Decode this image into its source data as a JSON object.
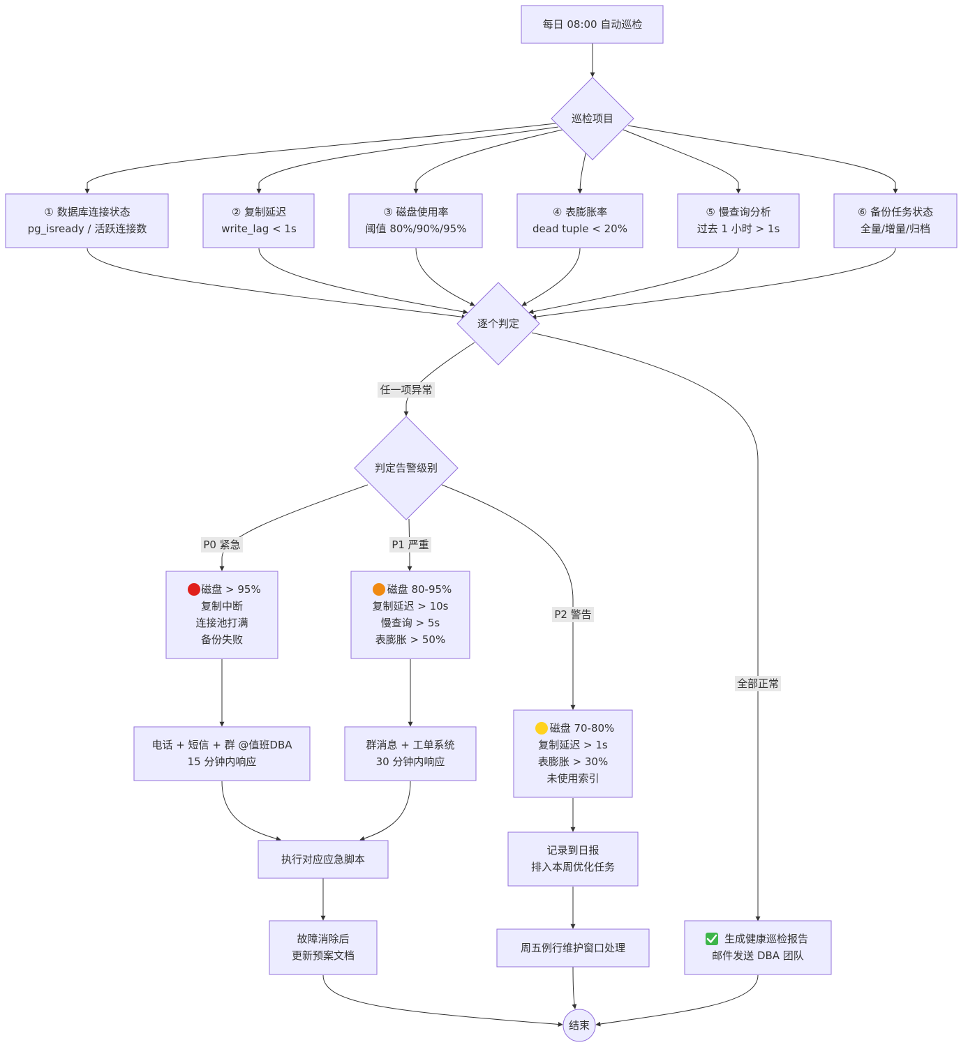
{
  "nodes": {
    "start": [
      "每日 08:00 自动巡检"
    ],
    "items": [
      "巡检项目"
    ],
    "c1": [
      "① 数据库连接状态",
      "pg_isready / 活跃连接数"
    ],
    "c2": [
      "② 复制延迟",
      "write_lag < 1s"
    ],
    "c3": [
      "③ 磁盘使用率",
      "阈值 80%/90%/95%"
    ],
    "c4": [
      "④ 表膨胀率",
      "dead tuple < 20%"
    ],
    "c5": [
      "⑤ 慢查询分析",
      "过去 1 小时 > 1s"
    ],
    "c6": [
      "⑥ 备份任务状态",
      "全量/增量/归档"
    ],
    "judge": [
      "逐个判定"
    ],
    "level": [
      "判定告警级别"
    ],
    "p0": [
      "磁盘 > 95%",
      "复制中断",
      "连接池打满",
      "备份失败"
    ],
    "p1": [
      "磁盘 80-95%",
      "复制延迟 > 10s",
      "慢查询 > 5s",
      "表膨胀 > 50%"
    ],
    "p2": [
      "磁盘 70-80%",
      "复制延迟 > 1s",
      "表膨胀 > 30%",
      "未使用索引"
    ],
    "n0": [
      "电话 + 短信 + 群 @值班DBA",
      "15 分钟内响应"
    ],
    "n1": [
      "群消息 + 工单系统",
      "30 分钟内响应"
    ],
    "run": [
      "执行对应应急脚本"
    ],
    "doc": [
      "故障消除后",
      "更新预案文档"
    ],
    "log": [
      "记录到日报",
      "排入本周优化任务"
    ],
    "fri": [
      "周五例行维护窗口处理"
    ],
    "report": [
      "生成健康巡检报告",
      "邮件发送 DBA 团队"
    ],
    "end": [
      "结束"
    ]
  },
  "edge_labels": {
    "any": "任一项异常",
    "all": "全部正常",
    "p0": "P0 紧急",
    "p1": "P1 严重",
    "p2": "P2 警告"
  },
  "emoji": {
    "p0": {
      "icon": "red-circle-icon",
      "color": "#E0201B"
    },
    "p1": {
      "icon": "orange-circle-icon",
      "color": "#F08A12"
    },
    "p2": {
      "icon": "yellow-circle-icon",
      "color": "#FFD21F"
    },
    "report": {
      "icon": "check-mark-button-icon",
      "color": "#3DB54A"
    }
  },
  "colors": {
    "node_fill": "#ECECFF",
    "node_stroke": "#9370DB",
    "edge": "#333333",
    "label_bg": "#e8e8e8"
  }
}
